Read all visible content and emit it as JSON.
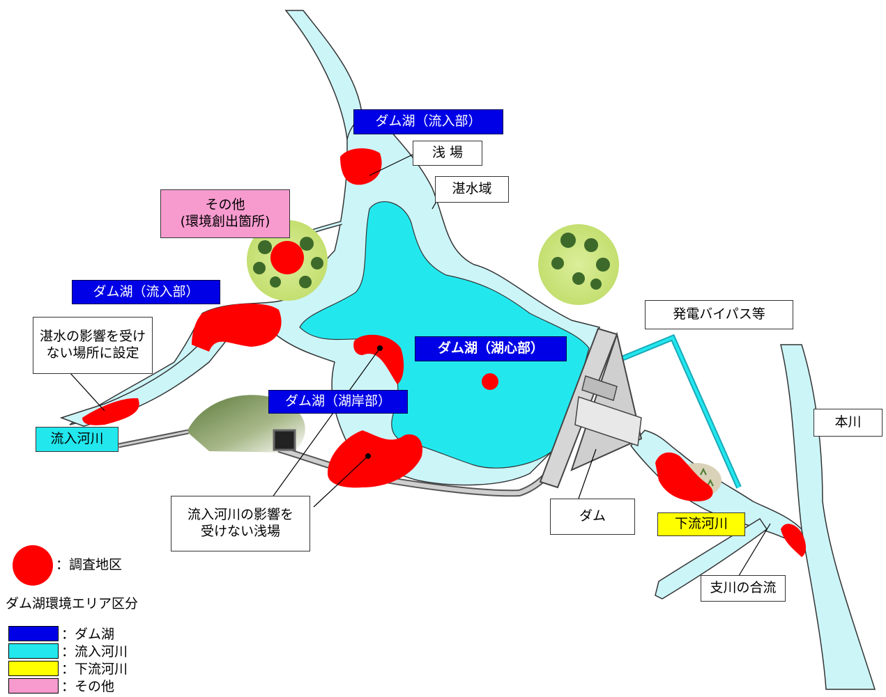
{
  "labels": {
    "inflow_top": "ダム湖（流入部）",
    "inflow_left": "ダム湖（流入部）",
    "lake_center": "ダム湖（湖心部）",
    "lakeshore": "ダム湖（湖岸部）",
    "shallow": "浅 場",
    "impounded_area": "湛水域",
    "other_line1": "その他",
    "other_line2": "(環境創出箇所)",
    "unaffected_line1": "湛水の影響を受け",
    "unaffected_line2": "ない場所に設定",
    "inflow_river": "流入河川",
    "shoal_line1": "流入河川の影響を",
    "shoal_line2": "受けない浅場",
    "dam": "ダム",
    "downstream_river": "下流河川",
    "bypass": "発電バイパス等",
    "main_river": "本川",
    "tributary_confluence": "支川の合流"
  },
  "legend": {
    "survey_site": "：調査地区",
    "area_title": "ダム湖環境エリア区分",
    "items": [
      {
        "label": "：ダム湖",
        "color": "#0000e6"
      },
      {
        "label": "：流入河川",
        "color": "#22e8ee"
      },
      {
        "label": "：下流河川",
        "color": "#ffff00"
      },
      {
        "label": "：その他",
        "color": "#f79bcf"
      }
    ]
  },
  "colors": {
    "water_pale": "#ccf5f8",
    "water_lake": "#22e8ee",
    "survey_red": "#ff0000",
    "forest_green": "#cfe68a"
  }
}
